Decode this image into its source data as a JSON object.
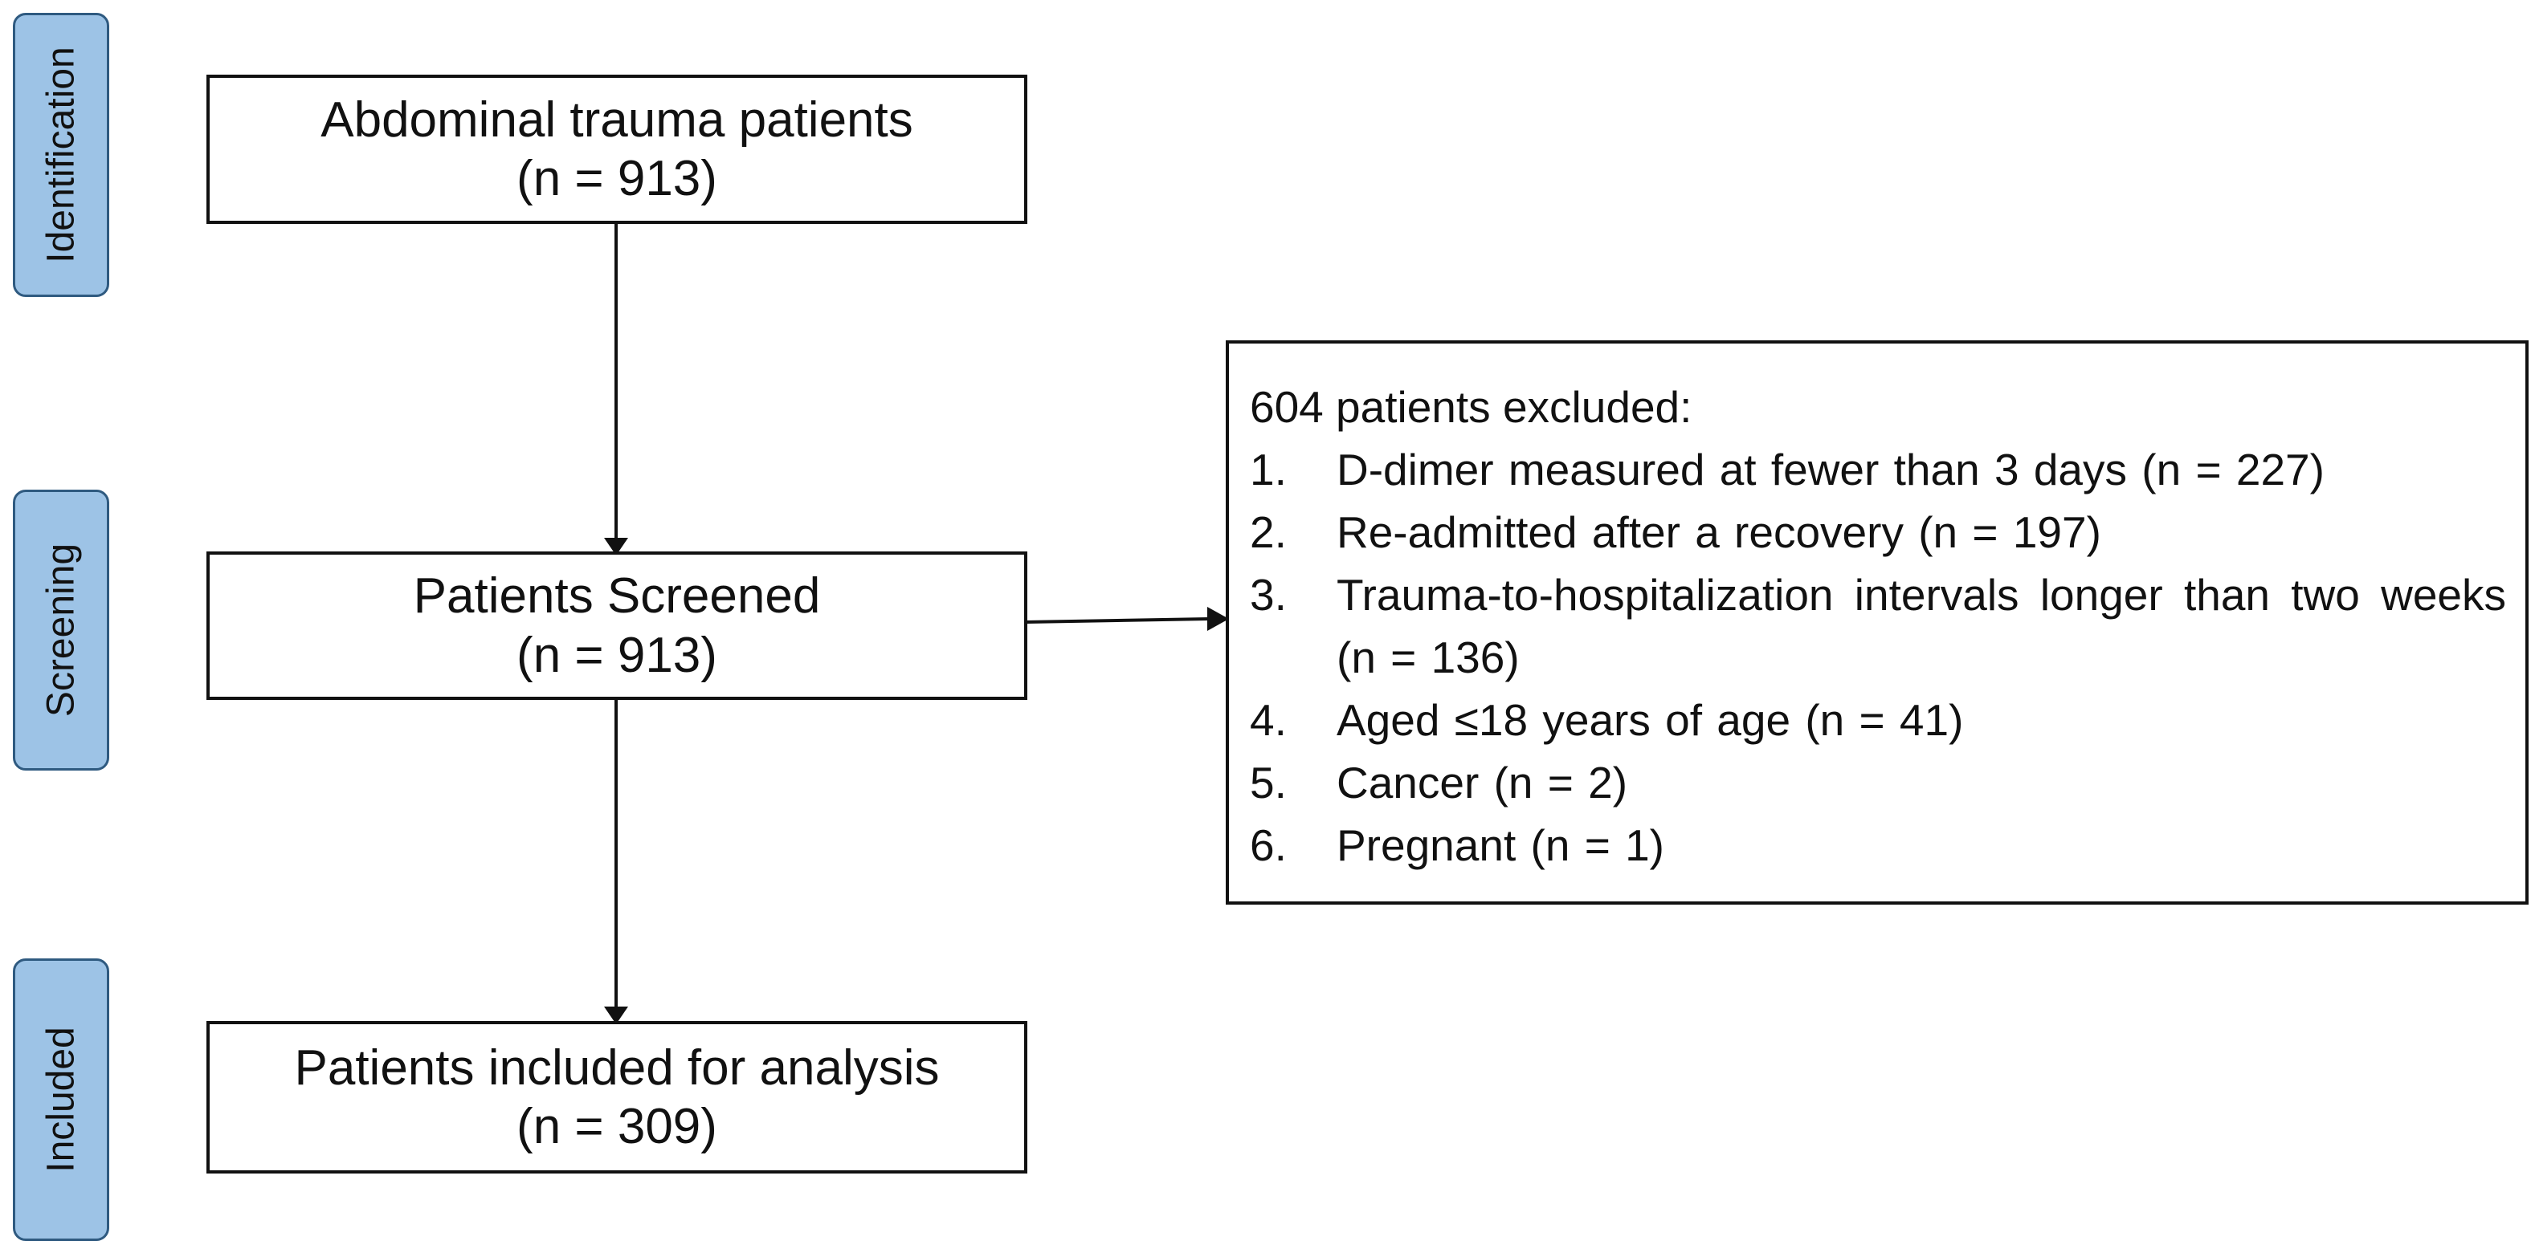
{
  "stages": {
    "identification": "Identification",
    "screening": "Screening",
    "included": "Included"
  },
  "boxes": {
    "identified": {
      "line1": "Abdominal trauma patients",
      "line2": "(n = 913)"
    },
    "screened": {
      "line1": "Patients Screened",
      "line2": "(n = 913)"
    },
    "included": {
      "line1": "Patients included for analysis",
      "line2": "(n = 309)"
    }
  },
  "exclusion": {
    "title": "604 patients excluded:",
    "items": [
      {
        "num": "1.",
        "text": "D-dimer measured at fewer than 3 days (n = 227)"
      },
      {
        "num": "2.",
        "text": "Re-admitted after a recovery (n = 197)"
      },
      {
        "num": "3.",
        "text": "Trauma-to-hospitalization intervals longer than two weeks (n = 136)"
      },
      {
        "num": "4.",
        "text": "Aged ≤18 years of age (n = 41)"
      },
      {
        "num": "5.",
        "text": "Cancer (n = 2)"
      },
      {
        "num": "6.",
        "text": "Pregnant (n = 1)"
      }
    ]
  },
  "colors": {
    "stage_fill": "#9dc3e6",
    "stage_border": "#2f5a80",
    "line": "#111111"
  }
}
